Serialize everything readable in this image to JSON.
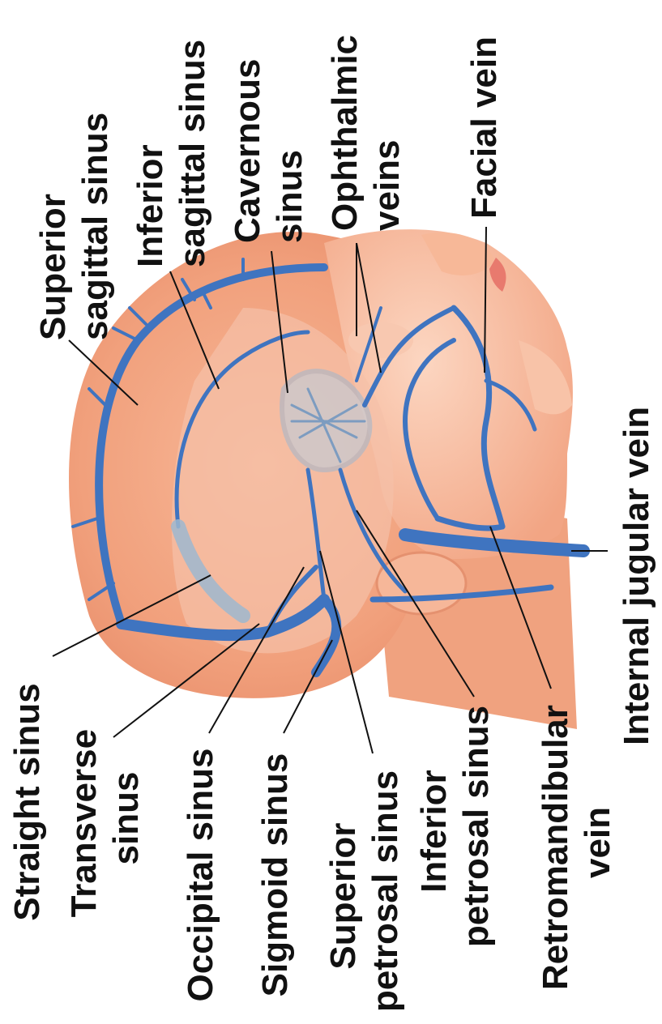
{
  "colors": {
    "skin": "#f4a985",
    "skin_light": "#fbd3bd",
    "vein": "#3f74c0",
    "sinus_glass": "#9eb7cf",
    "leader": "#111111",
    "label": "#111111"
  },
  "labels": {
    "superior_sagittal_sinus": [
      "Superior",
      "sagittal sinus"
    ],
    "inferior_sagittal_sinus": [
      "Inferior",
      "sagittal sinus"
    ],
    "cavernous_sinus": [
      "Cavernous",
      "sinus"
    ],
    "ophthalmic_veins": [
      "Ophthalmic",
      "veins"
    ],
    "facial_vein": "Facial vein",
    "internal_jugular_vein": "Internal jugular vein",
    "straight_sinus": "Straight sinus",
    "transverse_sinus": [
      "Transverse",
      "sinus"
    ],
    "occipital_sinus": "Occipital sinus",
    "sigmoid_sinus": "Sigmoid sinus",
    "superior_petrosal_sinus": [
      "Superior",
      "petrosal sinus"
    ],
    "inferior_petrosal_sinus": [
      "Inferior",
      "petrosal sinus"
    ],
    "retromandibular_vein": [
      "Retromandibular",
      "vein"
    ]
  }
}
